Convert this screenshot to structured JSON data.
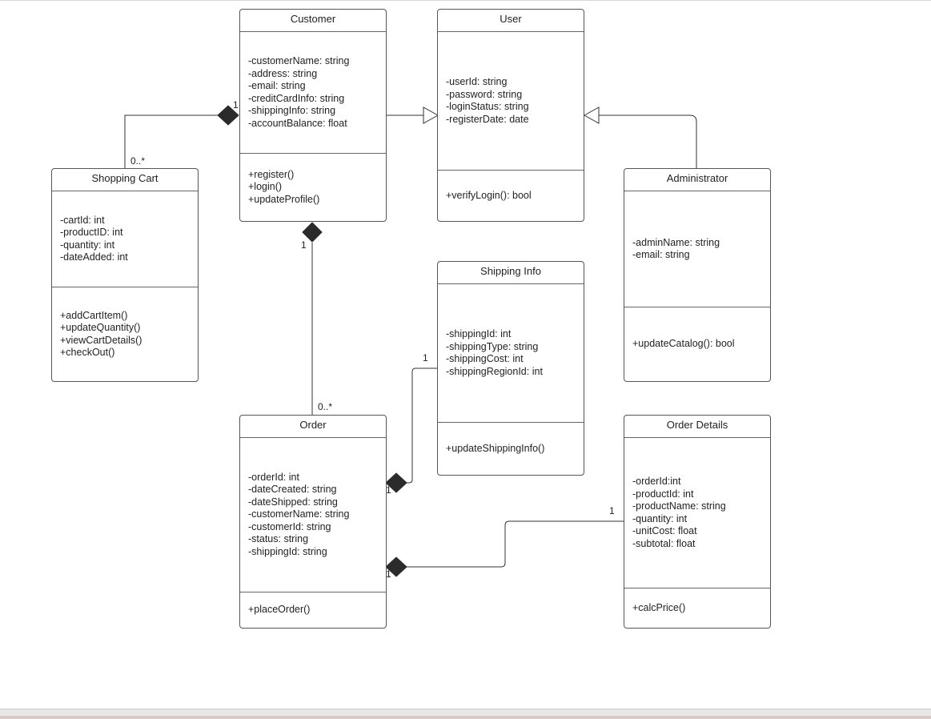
{
  "colors": {
    "stroke": "#333333",
    "diamond": "#2b2b2b",
    "background": "#ffffff"
  },
  "classes": {
    "customer": {
      "name": "Customer",
      "attributes": [
        "-customerName: string",
        "-address: string",
        "-email: string",
        "-creditCardInfo: string",
        "-shippingInfo: string",
        "-accountBalance: float"
      ],
      "operations": [
        "+register()",
        "+login()",
        "+updateProfile()"
      ]
    },
    "user": {
      "name": "User",
      "attributes": [
        "-userId: string",
        "-password: string",
        "-loginStatus: string",
        "-registerDate: date"
      ],
      "operations": [
        "+verifyLogin(): bool"
      ]
    },
    "shopping_cart": {
      "name": "Shopping Cart",
      "attributes": [
        "-cartId: int",
        "-productID: int",
        "-quantity: int",
        "-dateAdded: int"
      ],
      "operations": [
        "+addCartItem()",
        "+updateQuantity()",
        "+viewCartDetails()",
        "+checkOut()"
      ]
    },
    "administrator": {
      "name": "Administrator",
      "attributes": [
        "-adminName: string",
        "-email: string"
      ],
      "operations": [
        "+updateCatalog(): bool"
      ]
    },
    "shipping_info": {
      "name": "Shipping Info",
      "attributes": [
        "-shippingId: int",
        "-shippingType: string",
        "-shippingCost: int",
        "-shippingRegionId: int"
      ],
      "operations": [
        "+updateShippingInfo()"
      ]
    },
    "order": {
      "name": "Order",
      "attributes": [
        "-orderId: int",
        "-dateCreated: string",
        "-dateShipped: string",
        "-customerName: string",
        "-customerId: string",
        "-status: string",
        "-shippingId: string"
      ],
      "operations": [
        "+placeOrder()"
      ]
    },
    "order_details": {
      "name": "Order Details",
      "attributes": [
        "-orderId:int",
        "-productId: int",
        "-productName: string",
        "-quantity: int",
        "-unitCost: float",
        "-subtotal: float"
      ],
      "operations": [
        "+calcPrice()"
      ]
    }
  },
  "relationships": {
    "customer_cart": {
      "type": "composition",
      "whole_multiplicity": "1",
      "part_multiplicity": "0..*"
    },
    "customer_order": {
      "type": "composition",
      "whole_multiplicity": "1",
      "part_multiplicity": "0..*"
    },
    "order_shipping": {
      "type": "composition",
      "whole_multiplicity": "1",
      "part_multiplicity": "1"
    },
    "order_details": {
      "type": "composition",
      "whole_multiplicity": "1",
      "part_multiplicity": "1"
    },
    "customer_user": {
      "type": "generalization"
    },
    "administrator_user": {
      "type": "generalization"
    }
  }
}
